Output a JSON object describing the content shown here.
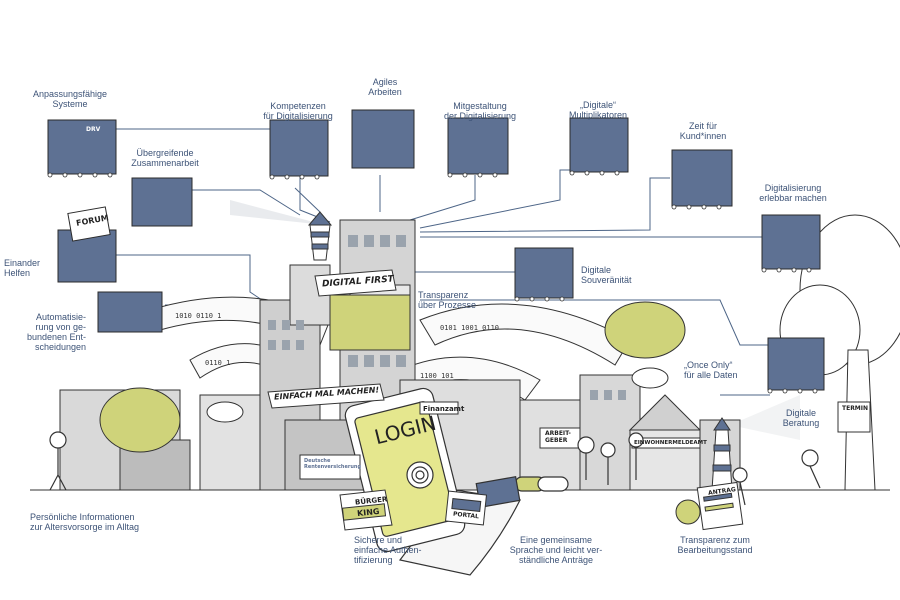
{
  "colors": {
    "navy": "#5e7193",
    "lime": "#cfd37a",
    "line": "#4d6587",
    "ink": "#2b2b2b"
  },
  "labels": {
    "anpassung": "Anpassungsfähige\nSysteme",
    "kompetenzen": "Kompetenzen\nfür Digitalisierung",
    "agiles": "Agiles\nArbeiten",
    "mitgestaltung": "Mitgestaltung\nder Digitalisierung",
    "multiplikatoren": "„Digitale“\nMultiplikatoren",
    "zeit": "Zeit für\nKund*innen",
    "uebergreifende": "Übergreifende\nZusammenarbeit",
    "erlebbar": "Digitalisierung\nerlebbar machen",
    "helfen": "Einander\nHelfen",
    "souveraenitaet": "Digitale\nSouveränität",
    "transparenz_prozesse": "Transparenz\nüber Prozesse",
    "automatisierung": "Automatisie-\nrung von ge-\nbundenen Ent-\nscheidungen",
    "once_only": "„Once Only“\nfür alle Daten",
    "beratung": "Digitale\nBeratung",
    "altersvorsorge": "Persönliche Informationen\nzur Altersvorsorge im Alltag",
    "authentifizierung": "Sichere und\neinfache Authen-\ntifizierung",
    "sprache": "Eine gemeinsame\nSprache und leicht ver-\nständliche Anträge",
    "bearbeitungsstand": "Transparenz zum\nBearbeitungsstand"
  },
  "signs": {
    "digital_first": "DIGITAL FIRST",
    "einfach": "EINFACH MAL MACHEN!",
    "login": "LOGIN",
    "finanzamt": "Finanzamt",
    "arbeitsgeber": "ARBEIT-\nGEBER",
    "einwohnermeldeamt": "EINWOHNERMELDEAMT",
    "buerger": "BÜRGER",
    "king": "KING",
    "portal": "PORTAL",
    "termin": "TERMIN",
    "antrag": "ANTRAG",
    "forum": "FORUM",
    "drv": "DRV",
    "deutsche": "Deutsche\nRentenversicherung"
  }
}
